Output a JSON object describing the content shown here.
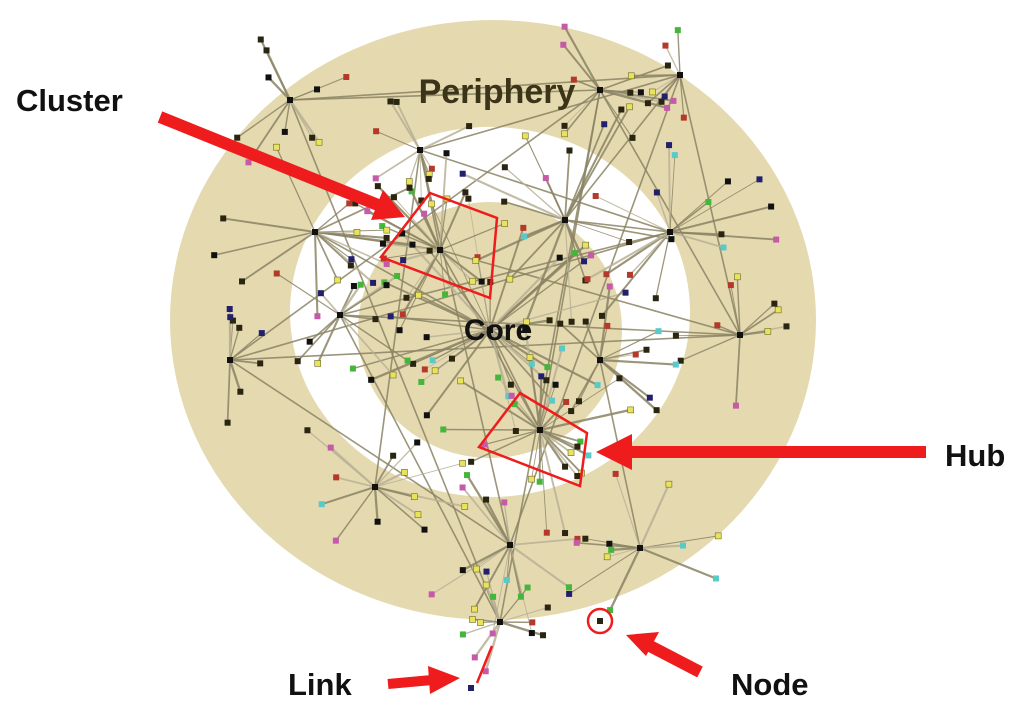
{
  "diagram": {
    "labels": {
      "periphery": "Periphery",
      "core": "Core",
      "cluster": "Cluster",
      "hub": "Hub",
      "link": "Link",
      "node": "Node"
    },
    "colors": {
      "band": "#e5d9b0",
      "edge": "#8a8263",
      "edge_light": "#b9b095",
      "annotation": "#ee1c1c",
      "node_dark": "#2a2510",
      "node_navy": "#23206b",
      "node_red": "#b33a2a",
      "node_yellow": "#e8e35a",
      "node_green": "#46b53c",
      "node_cyan": "#5cc9c9",
      "node_magenta": "#c55aa8",
      "node_black": "#111111"
    }
  }
}
